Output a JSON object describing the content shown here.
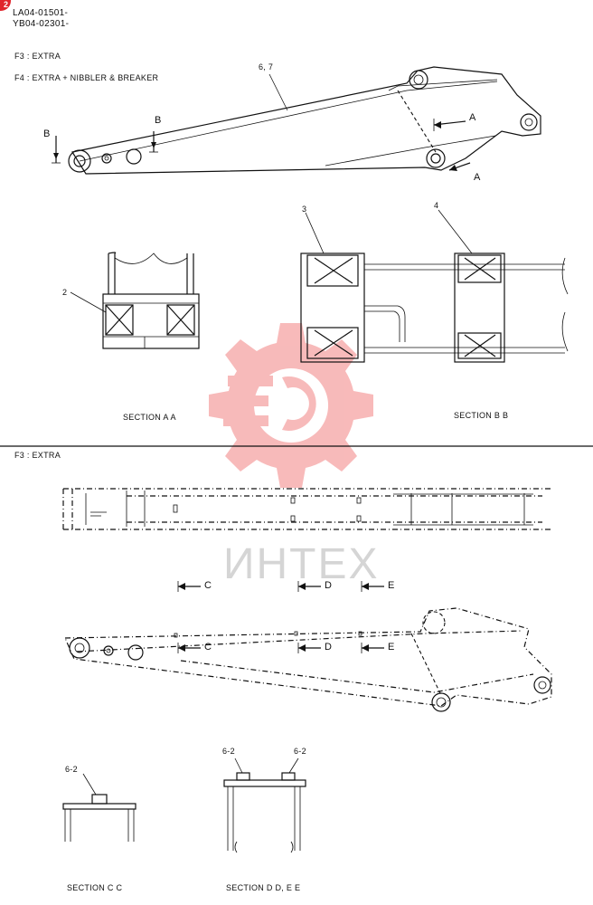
{
  "badge": "2",
  "header": {
    "serial_1": "LA04-01501-",
    "serial_2": "YB04-02301-",
    "f3": "F3 : EXTRA",
    "f4": "F4 : EXTRA + NIBBLER & BREAKER"
  },
  "callouts": {
    "c67": "6, 7",
    "cA1": "A",
    "cA2": "A",
    "cB1": "B",
    "cB2": "B",
    "c2": "2",
    "c3": "3",
    "c4": "4",
    "cC1": "C",
    "cD1": "D",
    "cE1": "E",
    "cC2": "C",
    "cD2": "D",
    "cE2": "E",
    "c62a": "6-2",
    "c62b": "6-2",
    "c62c": "6-2"
  },
  "sections": {
    "aa": "SECTION  A A",
    "bb": "SECTION  B B",
    "f3b": "F3 : EXTRA",
    "cc": "SECTION  C C",
    "ddee": "SECTION  D D, E E"
  },
  "watermark": {
    "text": "ИНТЕХ",
    "gear_color": "#f08a8a",
    "text_color": "#d5d5d5"
  }
}
